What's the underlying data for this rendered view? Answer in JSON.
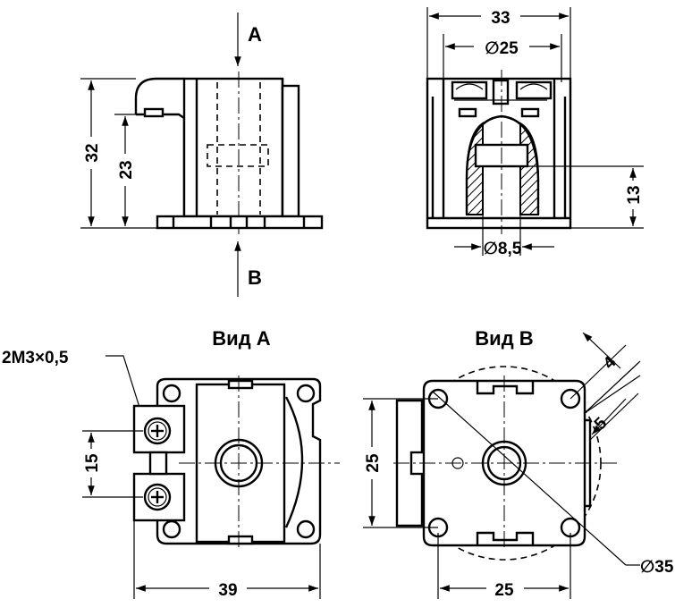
{
  "colors": {
    "line": "#000000",
    "background": "#ffffff",
    "hatch": "#000000"
  },
  "views": {
    "side": {
      "arrow_top_label": "A",
      "arrow_bottom_label": "B"
    },
    "front": {},
    "view_a": {
      "title": "Вид А"
    },
    "view_b": {
      "title": "Вид В"
    }
  },
  "dimensions": {
    "side_height_total": "32",
    "side_height_inner": "23",
    "front_width": "33",
    "front_bore_diameter": "∅25",
    "front_height": "13",
    "front_hole_diameter": "∅8,5",
    "thread_callout": "2M3×0,5",
    "view_a_spacing": "15",
    "view_a_width": "39",
    "view_b_height": "25",
    "view_b_width": "25",
    "view_b_circle": "∅35",
    "view_b_offset_4": "4",
    "view_b_offset_5": "5"
  }
}
